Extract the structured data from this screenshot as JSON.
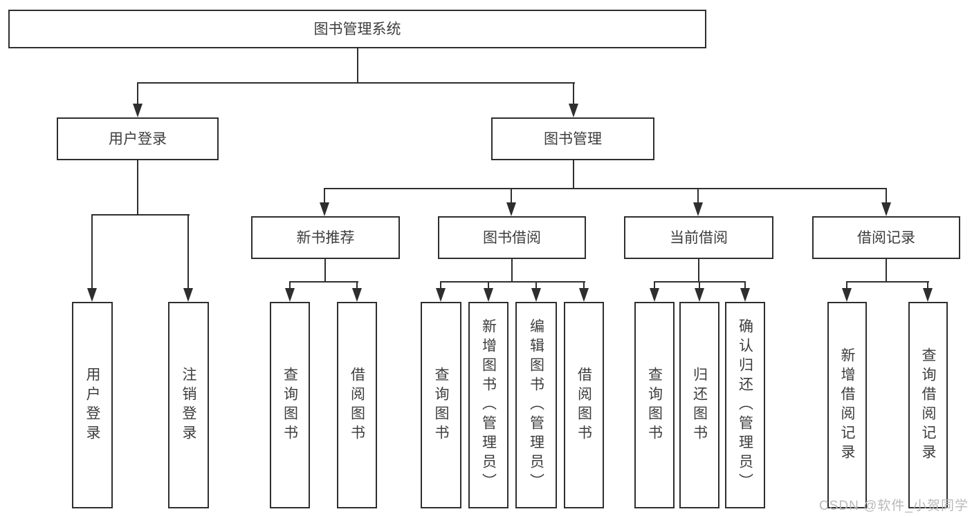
{
  "tree": {
    "label": "图书管理系统",
    "children": [
      {
        "label": "用户登录",
        "children": [
          {
            "label": "用户登录"
          },
          {
            "label": "注销登录"
          }
        ]
      },
      {
        "label": "图书管理",
        "children": [
          {
            "label": "新书推荐",
            "children": [
              {
                "label": "查询图书"
              },
              {
                "label": "借阅图书"
              }
            ]
          },
          {
            "label": "图书借阅",
            "children": [
              {
                "label": "查询图书"
              },
              {
                "label": "新增图书（管理员）"
              },
              {
                "label": "编辑图书（管理员）"
              },
              {
                "label": "借阅图书"
              }
            ]
          },
          {
            "label": "当前借阅",
            "children": [
              {
                "label": "查询图书"
              },
              {
                "label": "归还图书"
              },
              {
                "label": "确认归还（管理员）"
              }
            ]
          },
          {
            "label": "借阅记录",
            "children": [
              {
                "label": "新增借阅记录"
              },
              {
                "label": "查询借阅记录"
              }
            ]
          }
        ]
      }
    ]
  },
  "watermark": {
    "text": "CSDN @软件_小贺同学"
  },
  "colors": {
    "line": "#2e2e2e",
    "text": "#3d3d3d",
    "watermark": "#b9b9b9",
    "background": "#ffffff"
  }
}
